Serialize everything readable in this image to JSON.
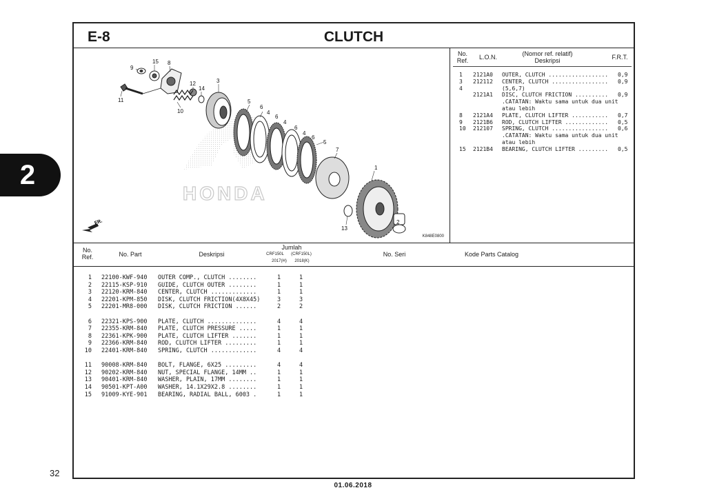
{
  "section_tab": "2",
  "page_number": "32",
  "footer_date": "01.06.2018",
  "header": {
    "code": "E-8",
    "title": "CLUTCH"
  },
  "diagram": {
    "code": "K848E0800",
    "brand_watermark": "HONDA",
    "arrow_label": "FR.",
    "callouts": [
      "1",
      "2",
      "3",
      "4",
      "5",
      "6",
      "7",
      "8",
      "9",
      "10",
      "11",
      "12",
      "13",
      "14",
      "15"
    ]
  },
  "frt": {
    "headers": {
      "no": "No.",
      "ref": "Ref.",
      "lon": "L.O.N.",
      "desc_top": "(Nomor ref. relatif)",
      "desc": "Deskripsi",
      "frt": "F.R.T."
    },
    "rows": [
      {
        "no": "1",
        "lon": "2121A0",
        "desc": "OUTER, CLUTCH ..................",
        "frt": "0,9"
      },
      {
        "no": "3",
        "lon": "212112",
        "desc": "CENTER, CLUTCH .................",
        "frt": "0,9"
      },
      {
        "no": "4",
        "lon": "",
        "desc": "(5,6,7)",
        "frt": ""
      },
      {
        "no": "",
        "lon": "2121A1",
        "desc": "DISC, CLUTCH FRICTION ..........",
        "frt": "0,9"
      },
      {
        "no": "",
        "lon": "",
        "desc": ".CATATAN: Waktu sama untuk dua unit",
        "frt": ""
      },
      {
        "no": "",
        "lon": "",
        "desc": " atau lebih",
        "frt": ""
      },
      {
        "no": "8",
        "lon": "2121A4",
        "desc": "PLATE, CLUTCH LIFTER ...........",
        "frt": "0,7"
      },
      {
        "no": "9",
        "lon": "2121B6",
        "desc": "ROD, CLUTCH LIFTER .............",
        "frt": "0,5"
      },
      {
        "no": "10",
        "lon": "212107",
        "desc": "SPRING, CLUTCH .................",
        "frt": "0,6"
      },
      {
        "no": "",
        "lon": "",
        "desc": ".CATATAN: Waktu sama untuk dua unit",
        "frt": ""
      },
      {
        "no": "",
        "lon": "",
        "desc": " atau lebih",
        "frt": ""
      },
      {
        "no": "15",
        "lon": "2121B4",
        "desc": "BEARING, CLUTCH LIFTER .........",
        "frt": "0,5"
      }
    ]
  },
  "parts_list": {
    "headers": {
      "no": "No.",
      "ref": "Ref.",
      "part_no": "No. Part",
      "desc": "Deskripsi",
      "qty": "Jumlah",
      "model1": "CRF150L",
      "model2": "(CRF150L)",
      "year1": "2017(H)",
      "year2": "2018(K)",
      "serial": "No. Seri",
      "catalog": "Kode Parts Catalog"
    },
    "groups": [
      [
        {
          "ref": "1",
          "part": "22100-KWF-940",
          "desc": "OUTER COMP., CLUTCH ........",
          "q1": "1",
          "q2": "1"
        },
        {
          "ref": "2",
          "part": "22115-KSP-910",
          "desc": "GUIDE, CLUTCH OUTER ........",
          "q1": "1",
          "q2": "1"
        },
        {
          "ref": "3",
          "part": "22120-KRM-840",
          "desc": "CENTER, CLUTCH .............",
          "q1": "1",
          "q2": "1"
        },
        {
          "ref": "4",
          "part": "22201-KPM-850",
          "desc": "DISK, CLUTCH FRICTION(4X8X45)",
          "q1": "3",
          "q2": "3"
        },
        {
          "ref": "5",
          "part": "22201-MR8-000",
          "desc": "DISK, CLUTCH FRICTION ......",
          "q1": "2",
          "q2": "2"
        }
      ],
      [
        {
          "ref": "6",
          "part": "22321-KPS-900",
          "desc": "PLATE, CLUTCH ..............",
          "q1": "4",
          "q2": "4"
        },
        {
          "ref": "7",
          "part": "22355-KRM-840",
          "desc": "PLATE, CLUTCH PRESSURE .....",
          "q1": "1",
          "q2": "1"
        },
        {
          "ref": "8",
          "part": "22361-KPK-900",
          "desc": "PLATE, CLUTCH LIFTER .......",
          "q1": "1",
          "q2": "1"
        },
        {
          "ref": "9",
          "part": "22366-KRM-840",
          "desc": "ROD, CLUTCH LIFTER .........",
          "q1": "1",
          "q2": "1"
        },
        {
          "ref": "10",
          "part": "22401-KRM-840",
          "desc": "SPRING, CLUTCH .............",
          "q1": "4",
          "q2": "4"
        }
      ],
      [
        {
          "ref": "11",
          "part": "90008-KRM-840",
          "desc": "BOLT, FLANGE, 6X25 .........",
          "q1": "4",
          "q2": "4"
        },
        {
          "ref": "12",
          "part": "90202-KRM-840",
          "desc": "NUT, SPECIAL FLANGE, 14MM ..",
          "q1": "1",
          "q2": "1"
        },
        {
          "ref": "13",
          "part": "90401-KRM-840",
          "desc": "WASHER, PLAIN, 17MM ........",
          "q1": "1",
          "q2": "1"
        },
        {
          "ref": "14",
          "part": "90501-KPT-A00",
          "desc": "WASHER, 14.1X29X2.8 ........",
          "q1": "1",
          "q2": "1"
        },
        {
          "ref": "15",
          "part": "91009-KYE-901",
          "desc": "BEARING, RADIAL BALL, 6003 .",
          "q1": "1",
          "q2": "1"
        }
      ]
    ]
  }
}
